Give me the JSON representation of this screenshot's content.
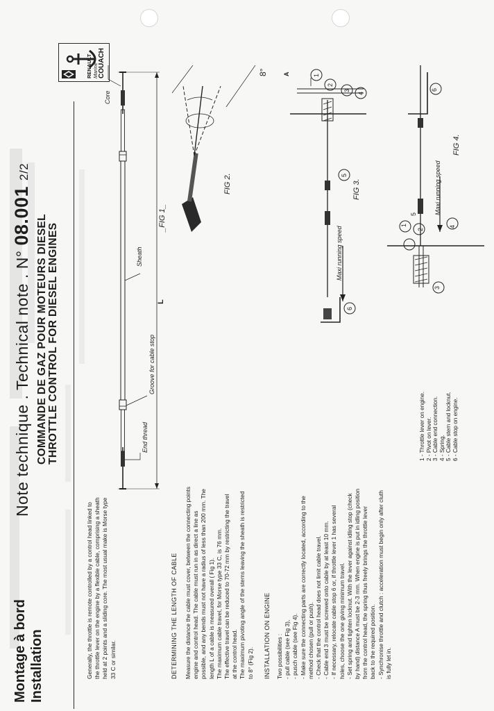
{
  "header": {
    "section_fr": "Montage à bord",
    "section_en": "Installation",
    "title_prefix": "Note technique . Technical note . N° ",
    "number": "08.001",
    "page": "2/2",
    "subtitle_fr": "COMMANDE DE GAZ POUR MOTEURS DIESEL",
    "subtitle_en": "THROTTLE CONTROL FOR DIESEL ENGINES"
  },
  "logo": {
    "line1": "RENAULT",
    "line2": "Marine",
    "line3": "COUACH"
  },
  "intro": {
    "lines": [
      "Generally, the throttle is remote controlled by a control head linked to",
      "the throttle lever on the engine by a flexible cable, comprising a sheath",
      "held at 2 points and a sliding core. The most usual make is Morse type",
      "33 C or similar."
    ]
  },
  "length_section": {
    "heading": "DETERMINING THE LENGTH OF CABLE",
    "lines": [
      "Measure the distance the cable must cover, between the connecting points",
      "engine and control head. The cable must run in as direct a line as",
      "possible, and any bends must not have a radius of less than 200 mm. The",
      "length L of a cable is measured overall ( Fig 1).",
      "The maximum cable travel, for Morse type 33 C, is 76 mm.",
      "The effective travel can be reduced to 70-72 mm by restricting the travel",
      "at the control head.",
      "The maximum pivoting angle of the stems leaving the sheath is restricted",
      "to 8° (Fig 2)."
    ]
  },
  "installation_section": {
    "heading": "INSTALLATION ON ENGINE",
    "lines": [
      "Two possibilities :",
      "  - pull cable (see Fig 3),",
      "  - pusch cable (see Fig 4).",
      "- Make sure the connecting parts are correctly located, according to the",
      "  method chosen (pull or push).",
      "- Check that the control head does not limit cable travel.",
      "- Cable end 3 must be screwed onto cable by at least 10 mm.",
      "- If necessary, relocate cable stop 6 or, if throttle lever 1 has several",
      "  holes, choose the one giving minimum travel.",
      "- Set spring and tighten locknut. With the lever against idling stop (check",
      "  by hand) distance A must be 2-3 mm. When engine is put in idling position",
      "  from the control head, the spring thus freely brings the throttle lever",
      "  back to the required position.",
      "- Synchronise throttle and clutch : acceleration must begin only after cluth",
      "  is fully let in."
    ]
  },
  "legend": {
    "items": [
      "1 - Throttle lever on engine.",
      "2 - Pivot on lever.",
      "3 - Cable end connection.",
      "4 - Spring.",
      "5 - Cable stem and locknut.",
      "6 - Cable stop on engine."
    ]
  },
  "figures": {
    "fig1": {
      "label": "_FIG 1_",
      "end_thread": "End thread",
      "groove": "Groove for cable stop",
      "sheath": "Sheath",
      "core": "Core",
      "length": "L"
    },
    "fig2": {
      "label": "FIG 2.",
      "angle": "8°"
    },
    "fig3": {
      "label": "FIG 3.",
      "speed": "Maxi running speed",
      "dim_a": "A",
      "markers": [
        "1",
        "2",
        "3",
        "4",
        "5",
        "6"
      ]
    },
    "fig4": {
      "label": "FIG 4.",
      "speed": "Maxi running speed",
      "markers": [
        "1",
        "2",
        "3",
        "4",
        "5",
        "6"
      ]
    }
  }
}
